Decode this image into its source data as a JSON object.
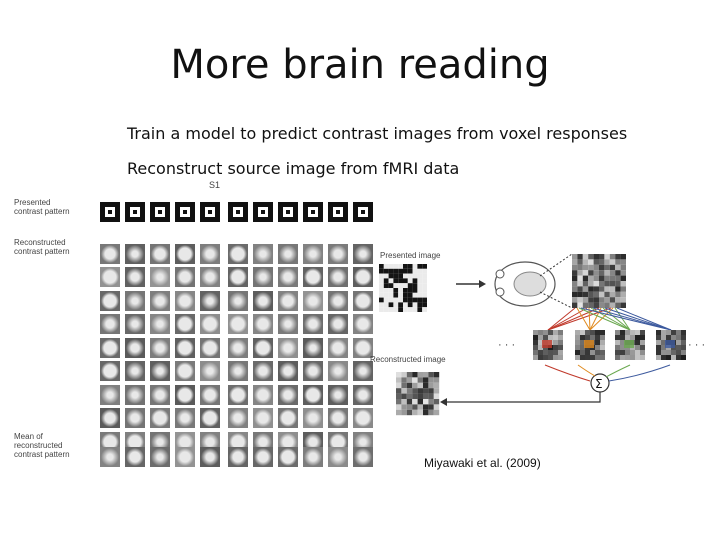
{
  "slide": {
    "title": "More brain reading",
    "bullets": [
      "Train a model to predict contrast images from voxel responses",
      "Reconstruct source image from fMRI data"
    ],
    "citation": "Miyawaki et al. (2009)"
  },
  "figure": {
    "subject_label": "S1",
    "row_labels": {
      "presented": "Presented\ncontrast pattern",
      "reconstructed": "Reconstructed\ncontrast pattern",
      "mean": "Mean of\nreconstructed\ncontrast pattern"
    },
    "presented_image_label": "Presented image",
    "reconstructed_image_label": "Reconstructed image",
    "sum_symbol": "Σ",
    "ellipsis": "· · ·"
  }
}
